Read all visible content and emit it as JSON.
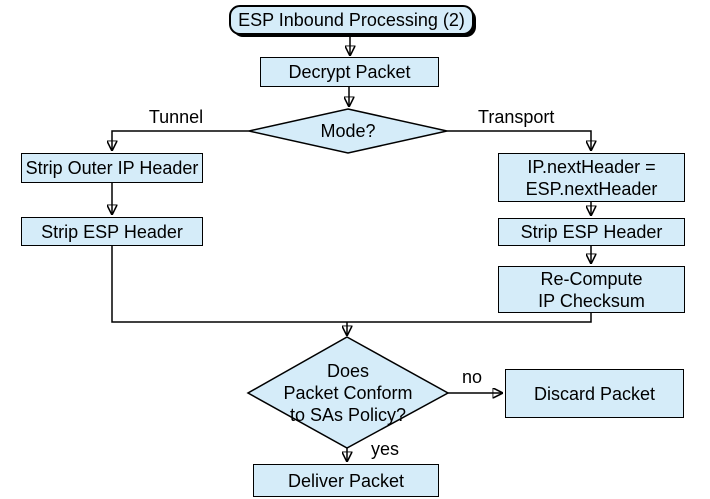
{
  "diagram": {
    "background_color": "#ffffff",
    "node_fill_color": "#d5ecf9",
    "node_border_color": "#000000",
    "connector_color": "#000000",
    "nodes": {
      "start": "ESP Inbound Processing (2)",
      "decrypt": "Decrypt Packet",
      "mode_decision": "Mode?",
      "strip_outer_ip": "Strip Outer IP Header",
      "strip_esp_left": "Strip ESP Header",
      "ip_next_header": "IP.nextHeader =\nESP.nextHeader",
      "strip_esp_right": "Strip ESP Header",
      "recompute_checksum": "Re-Compute\nIP Checksum",
      "policy_decision": "Does\nPacket Conform\nto SAs Policy?",
      "discard": "Discard Packet",
      "deliver": "Deliver Packet"
    },
    "edge_labels": {
      "tunnel": "Tunnel",
      "transport": "Transport",
      "no": "no",
      "yes": "yes"
    }
  }
}
